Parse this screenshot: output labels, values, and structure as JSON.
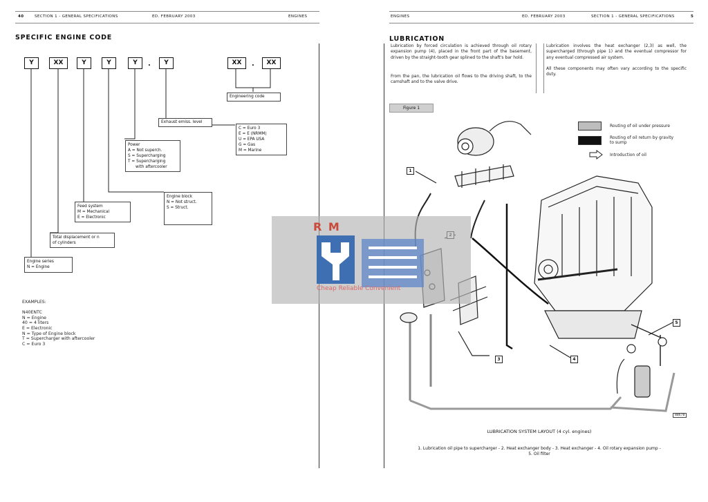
{
  "left_page": {
    "header": {
      "page_no": "40",
      "section": "SECTION 1 - GENERAL SPECIFICATIONS",
      "date": "ED. FEBRUARY 2003",
      "product": "ENGINES"
    },
    "title": "SPECIFIC ENGINE CODE",
    "code_boxes": [
      "Y",
      "XX",
      "Y",
      "Y",
      "Y",
      ".",
      "Y",
      "XX",
      ".",
      "XX"
    ],
    "labels": {
      "engineering_code": "Engineering code",
      "exhaust": "Exhaust emiss. level",
      "emission_list": "C = Euro 3\nE = E (NRMM)\nU = EPA USA\nG = Gas\nM = Marine",
      "power": "Power\nA = Not superch.\nS = Supercharging\nT = Supercharging\n      with aftercooler",
      "block": "Engine block\nN = Not struct.\nS = Struct.",
      "feed": "Feed system\nM = Mechanical\nE = Electronic",
      "displacement": "Total displacement or n\nof cylinders",
      "series": "Engine series\nN = Engine"
    },
    "examples": "EXAMPLES:\n\nN40ENTC\nN = Engine\n40 = 4 liters\nE = Electronic\nN = Type of Engine block\nT = Supercharger with aftercooler\nC = Euro 3"
  },
  "right_page": {
    "header": {
      "product": "ENGINES",
      "date": "ED. FEBRUARY 2003",
      "section": "SECTION 1 - GENERAL SPECIFICATIONS",
      "page_no": "5"
    },
    "title": "LUBRICATION",
    "para1": "Lubrication by forced circulation is achieved through oil rotary expansion pump (4), placed in the front part of the basement, driven by the straight-tooth gear splined to the shaft's bar hold.",
    "para2": "From the pan, the lubrication oil flows to the driving shaft, to the camshaft and to the valve drive.",
    "para3": "Lubrication involves the heat exchanger (2,3) as well, the supercharged (through pipe 1) and the eventual compressor for any eventual compressed air system.",
    "para4": "All these components may often vary according to the specific duty.",
    "figure_label": "Figure 1",
    "legend": [
      {
        "text": "Routing of oil under pressure",
        "color": "#bdbdbd"
      },
      {
        "text": "Routing of oil return by gravity\nto sump",
        "color": "#111111"
      },
      {
        "text": "Introduction of oil",
        "color": "#ffffff"
      }
    ],
    "callouts": [
      "1",
      "2",
      "3",
      "4",
      "5"
    ],
    "figure_id": "88678",
    "caption": "LUBRICATION SYSTEM LAYOUT (4 cyl. engines)",
    "legend_text": "1. Lubrication oil pipe to supercharger - 2. Heat exchanger body - 3. Heat exchanger - 4. Oil rotary expansion pump -\n5. Oil filter"
  },
  "watermark": {
    "brand": "R M",
    "tagline": "Cheap Reliable Convenient"
  }
}
